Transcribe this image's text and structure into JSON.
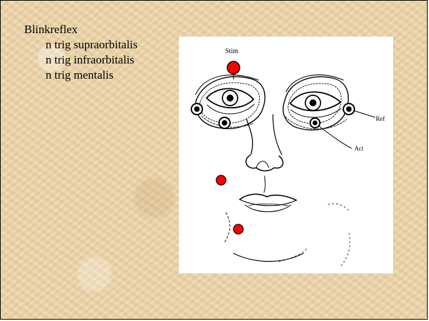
{
  "slide": {
    "title": "Blinkreflex",
    "nerves": [
      "n trig supraorbitalis",
      "n trig infraorbitalis",
      "n trig mentalis"
    ]
  },
  "figure": {
    "labels": {
      "stim": "Stim",
      "ref": "Ref",
      "act": "Act"
    },
    "colors": {
      "stimulus_marker": "#ff0000",
      "electrode_marker": "#000000",
      "background": "#ffffff"
    }
  }
}
